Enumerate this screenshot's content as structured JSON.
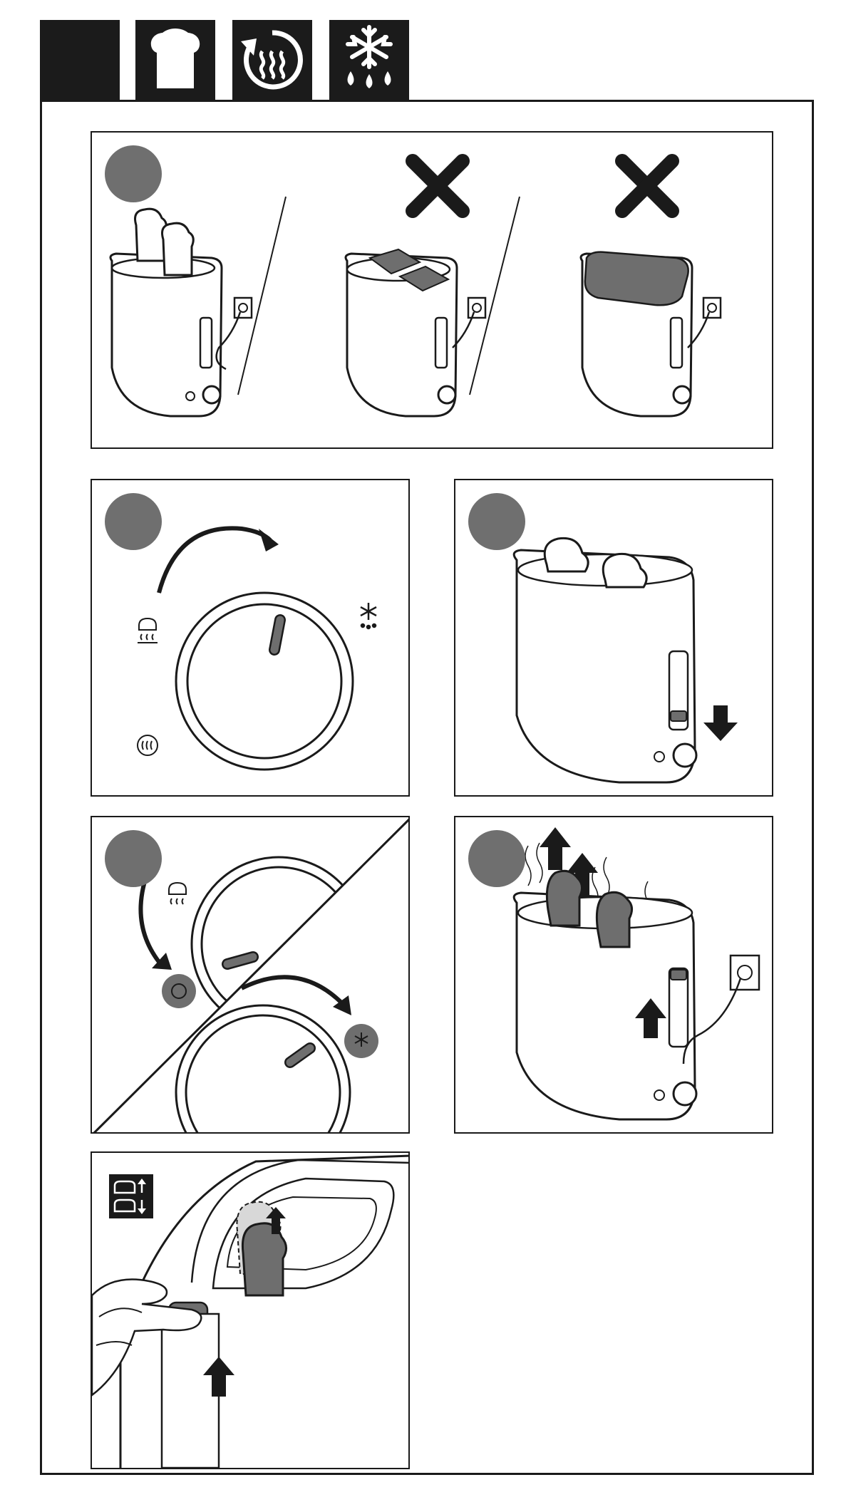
{
  "header": {
    "tabs": [
      {
        "icon": "blank-tab"
      },
      {
        "icon": "bread-slice-icon"
      },
      {
        "icon": "reheat-icon"
      },
      {
        "icon": "defrost-icon"
      }
    ]
  },
  "steps": [
    {
      "icon": "step-marker",
      "content": [
        "toaster-with-bread",
        "no-food-covering-slots",
        "no-lid-covering-slots"
      ]
    },
    {
      "icon": "step-marker",
      "content": [
        "browning-dial-turn-clockwise"
      ]
    },
    {
      "icon": "step-marker",
      "content": [
        "press-lever-down"
      ]
    },
    {
      "icon": "step-marker",
      "content": [
        "reheat-and-defrost-settings"
      ]
    },
    {
      "icon": "step-marker",
      "content": [
        "toast-pops-up"
      ]
    },
    {
      "icon": "step-marker",
      "content": [
        "lift-lever-for-small-bread"
      ]
    }
  ],
  "colors": {
    "ink": "#1a1a1a",
    "marker_gray": "#6f6f6f",
    "bread_gray": "#6e6e6e",
    "background": "#ffffff"
  }
}
